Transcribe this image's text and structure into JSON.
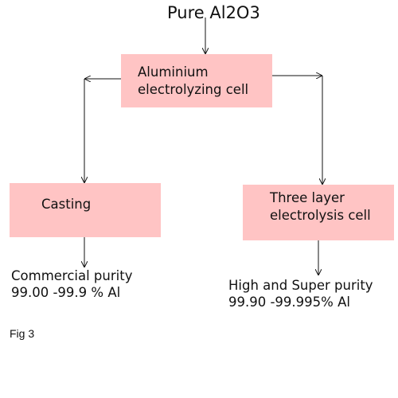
{
  "title": "Pure Al2O3",
  "nodes": {
    "cell": {
      "line1": "Aluminium",
      "line2": "electrolyzing cell"
    },
    "casting": {
      "label": "Casting"
    },
    "three_layer": {
      "line1": "Three layer",
      "line2": "electrolysis cell"
    }
  },
  "outputs": {
    "commercial": {
      "line1": "Commercial purity",
      "line2": "99.00 -99.9 % Al"
    },
    "high_super": {
      "line1": "High and Super purity",
      "line2": "99.90 -99.995% Al"
    }
  },
  "caption": "Fig 3",
  "colors": {
    "box_fill": "#ffc4c4",
    "line": "#111111",
    "text": "#111111"
  }
}
